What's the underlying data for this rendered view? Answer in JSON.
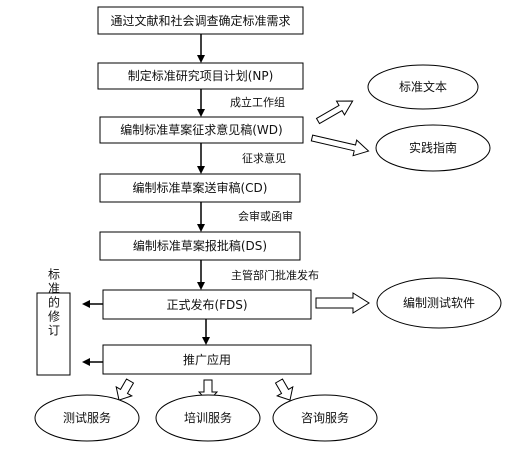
{
  "steps": {
    "s1": "通过文献和社会调查确定标准需求",
    "s2": "制定标准研究项目计划(NP)",
    "s3": "编制标准草案征求意见稿(WD)",
    "s4": "编制标准草案送审稿(CD)",
    "s5": "编制标准草案报批稿(DS)",
    "s6": "正式发布(FDS)",
    "s7": "推广应用"
  },
  "edge_labels": {
    "e2": "成立工作组",
    "e3": "征求意见",
    "e4": "会审或函审",
    "e5": "主管部门批准发布"
  },
  "side_box": {
    "label": "标准的修订"
  },
  "outputs": {
    "std_text": "标准文本",
    "practice_guide": "实践指南",
    "test_software": "编制测试软件",
    "test_service": "测试服务",
    "training_service": "培训服务",
    "consult_service": "咨询服务"
  }
}
